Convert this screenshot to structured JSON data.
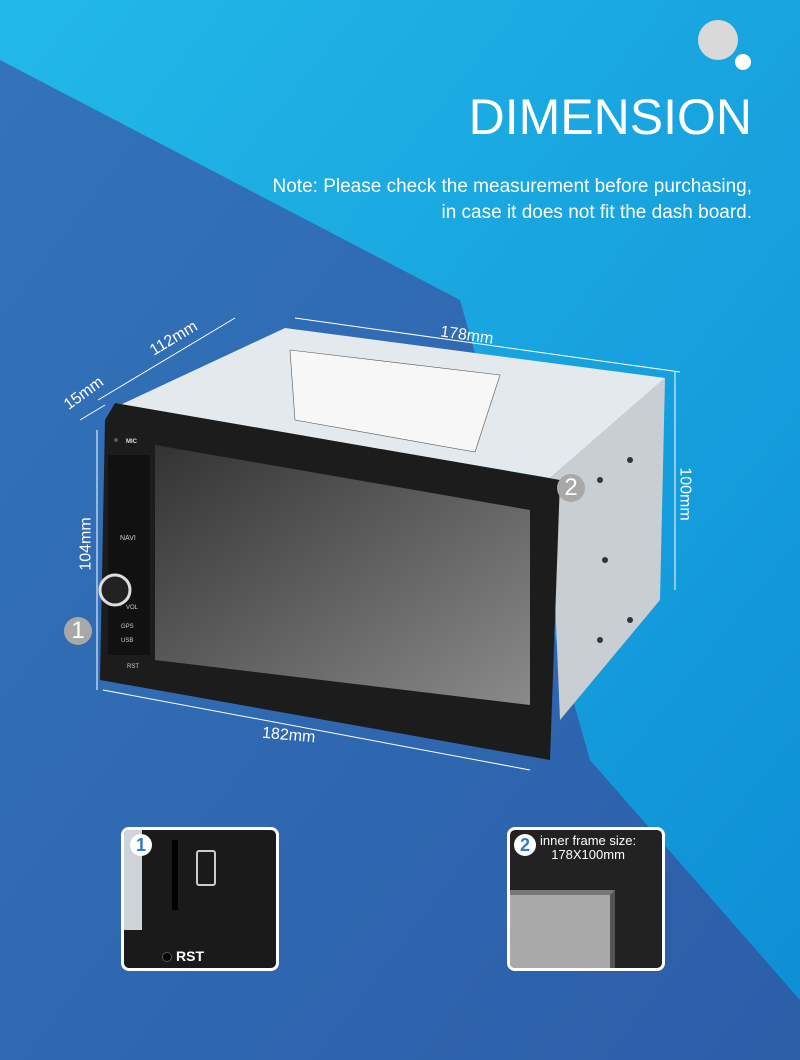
{
  "header": {
    "title": "DIMENSION",
    "note_line1": "Note: Please check the measurement before purchasing,",
    "note_line2": "in case it does not fit the dash board."
  },
  "dimensions": {
    "depth_total": "112mm",
    "depth_front": "15mm",
    "back_width": "178mm",
    "back_height": "100mm",
    "front_height": "104mm",
    "front_width": "182mm"
  },
  "device": {
    "buttons": [
      "NAVI",
      "VOL",
      "GPS",
      "USB",
      "RST"
    ],
    "mic": "MIC"
  },
  "callouts": {
    "one": "1",
    "two": "2"
  },
  "insets": {
    "left": {
      "badge": "1",
      "label": "RST"
    },
    "right": {
      "badge": "2",
      "text_line1": "inner frame size:",
      "text_line2": "178X100mm"
    }
  },
  "colors": {
    "light": "#1fb0e2",
    "dark": "#2f68b0"
  }
}
